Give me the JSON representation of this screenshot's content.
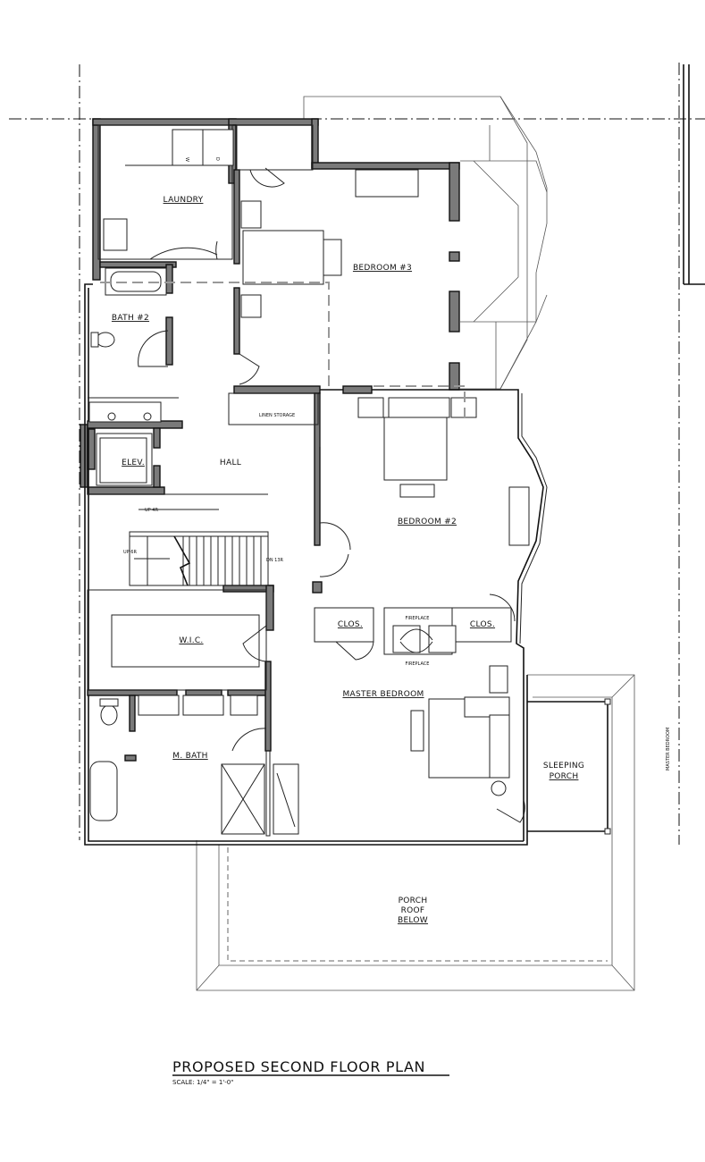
{
  "rooms": {
    "laundry": "LAUNDRY",
    "bedroom3": "BEDROOM #3",
    "bath2": "BATH #2",
    "elev": "ELEV.",
    "hall": "HALL",
    "bedroom2": "BEDROOM #2",
    "clos_left": "CLOS.",
    "clos_right": "CLOS.",
    "wic": "W.I.C.",
    "master_bedroom": "MASTER BEDROOM",
    "m_bath": "M. BATH",
    "sleeping_line1": "SLEEPING",
    "sleeping_line2": "PORCH",
    "porch_line1": "PORCH",
    "porch_line2": "ROOF",
    "porch_line3": "BELOW"
  },
  "notes": {
    "linen_storage": "LINEN STORAGE",
    "fireplace_top": "FIREPLACE",
    "fireplace_bottom": "FIREPLACE",
    "up_4r": "UP 4R",
    "up_6r": "UP 6R",
    "dn_13r": "DN 13R",
    "washer": "W",
    "dryer": "D",
    "side_label": "MASTER BEDROOM"
  },
  "title": {
    "main": "PROPOSED SECOND FLOOR PLAN",
    "scale": "SCALE: 1/4\" = 1'-0\""
  }
}
